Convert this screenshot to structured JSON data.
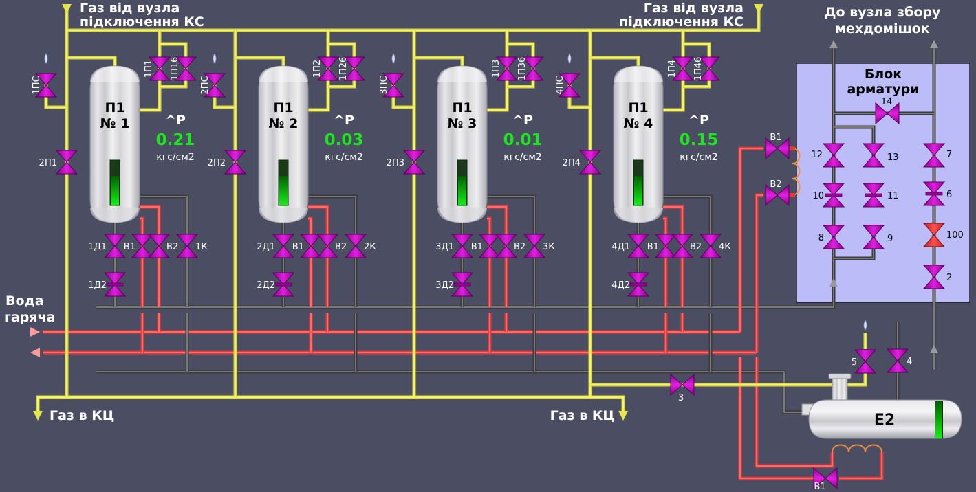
{
  "labels": {
    "gas_from_ks_left": [
      "Газ від вузла",
      "підключення КС"
    ],
    "gas_from_ks_right": [
      "Газ від вузла",
      "підключення КС"
    ],
    "to_collection": [
      "До вузла збору",
      "мехдомішок"
    ],
    "hot_water": [
      "Вода",
      "гаряча"
    ],
    "gas_to_kc_left": "Газ в КЦ",
    "gas_to_kc_right": "Газ в КЦ",
    "valve_block": [
      "Блок",
      "арматури"
    ]
  },
  "vessels": [
    {
      "title": "П1",
      "number": "№ 1",
      "dp_label": "^P",
      "dp_value": "0.21",
      "dp_unit": "кгс/см2",
      "level": 0.65,
      "valves": {
        "ps": "1ПС",
        "p_in": "1П1",
        "p_bypass": "1П16",
        "p2": "2П1",
        "d1": "1Д1",
        "d2": "1Д2",
        "v1": "В1",
        "v2": "В2",
        "k": "1К"
      }
    },
    {
      "title": "П1",
      "number": "№ 2",
      "dp_label": "^P",
      "dp_value": "0.03",
      "dp_unit": "кгс/см2",
      "level": 0.65,
      "valves": {
        "ps": "2ПС",
        "p_in": "1П2",
        "p_bypass": "1П26",
        "p2": "2П2",
        "d1": "2Д1",
        "d2": "2Д2",
        "v1": "В1",
        "v2": "В2",
        "k": "2К"
      }
    },
    {
      "title": "П1",
      "number": "№ 3",
      "dp_label": "^P",
      "dp_value": "0.01",
      "dp_unit": "кгс/см2",
      "level": 0.65,
      "valves": {
        "ps": "3ПС",
        "p_in": "1П3",
        "p_bypass": "1П36",
        "p2": "2П3",
        "d1": "3Д1",
        "d2": "3Д2",
        "v1": "В1",
        "v2": "В2",
        "k": "3К"
      }
    },
    {
      "title": "П1",
      "number": "№ 4",
      "dp_label": "^P",
      "dp_value": "0.15",
      "dp_unit": "кгс/см2",
      "level": 0.65,
      "valves": {
        "ps": "4ПС",
        "p_in": "1П4",
        "p_bypass": "1П46",
        "p2": "2П4",
        "d1": "4Д1",
        "d2": "4Д2",
        "v1": "В1",
        "v2": "В2",
        "k": "4К"
      }
    }
  ],
  "block_valves": {
    "v14": "14",
    "v12": "12",
    "v13": "13",
    "v7": "7",
    "v10": "10",
    "v11": "11",
    "v6": "6",
    "v8": "8",
    "v9": "9",
    "v100": "100",
    "v2": "2"
  },
  "heater_valves": {
    "b1": "В1",
    "b2": "В2"
  },
  "e2": {
    "title": "E2",
    "level": 1.0,
    "valves": {
      "v3": "3",
      "v4": "4",
      "v5": "5",
      "b1": "В1"
    }
  },
  "colors": {
    "background": "#4b4d63",
    "gas_pipe": "#d8d84a",
    "water_pipe": "#e03a3a",
    "drain_pipe": "#5a5a5a",
    "valve": "#c000c0",
    "valve_alarm": "#ff3030",
    "level": "#10d010",
    "block_bg": "#bcbcf8"
  }
}
